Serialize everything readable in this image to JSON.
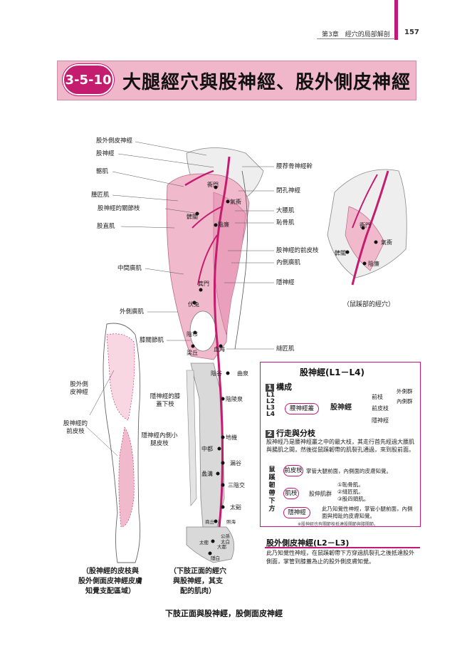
{
  "header": {
    "chapter": "第3章　經穴的局部解剖",
    "page": "157"
  },
  "title": {
    "number": "3-5-10",
    "text": "大腿經穴與股神經、股外側皮神經"
  },
  "labels_left": [
    "股外側皮神經",
    "股神經",
    "髂肌",
    "腫匠肌",
    "股神經的關節枝",
    "股直肌",
    "中間廣肌",
    "外側廣肌",
    "膝關節肌"
  ],
  "labels_right": [
    "腰荐骨神經幹",
    "閉孔神經",
    "大腰肌",
    "恥骨肌",
    "股神經的前皮枝",
    "內側廣肌",
    "隱神經",
    "縫匠肌"
  ],
  "leg_labels_left": [
    "股外側皮神經",
    "股神經的前皮枝"
  ],
  "leg_labels_mid": [
    "隱神經的膝蓋下枝",
    "隱神經內側小腿皮枝"
  ],
  "acupoints": {
    "chongmen": "衝門",
    "qichong": "氣衝",
    "biguan": "髀關",
    "yinlian": "陰廉",
    "jimen": "箕門",
    "futu": "伏兔",
    "yinshi": "陰市",
    "xuehai": "血海",
    "liangqiu": "梁丘",
    "yingu": "陰谷",
    "ququan": "曲泉",
    "yinlingquan": "陰陵泉",
    "diji": "地機",
    "zhongdu": "中都",
    "lougu": "漏谷",
    "ligou": "蠡溝",
    "sanyinjiao": "三陰交",
    "taixi": "太谿",
    "shangqiu": "商丘",
    "zhaohai": "照海",
    "taichong": "太衝",
    "gongsun": "公孫",
    "taibai": "太白",
    "dadu": "大都",
    "yinbai": "隱白"
  },
  "inset_caption": "（鼠蹊部的經穴）",
  "captions": {
    "left": [
      "（股神經的皮枝與",
      "股外側面皮神經皮膚",
      "知覺支配區域）"
    ],
    "mid": [
      "（下肢正面的經穴",
      "與股神經，其支",
      "配的肌肉）"
    ],
    "main": "下肢正面與股神經，股側面皮神經"
  },
  "info": {
    "title": "股神經(L1－L4)",
    "sec1": "構成",
    "sec1_num": "1",
    "roots": [
      "L1",
      "L2",
      "L3",
      "L4"
    ],
    "plexus": "腰神經叢",
    "nerve": "股神經",
    "branches": [
      "前枝",
      "外側群",
      "內側群",
      "前皮枝",
      "隱神經"
    ],
    "sec2": "行走與分枝",
    "sec2_num": "2",
    "sec2_text": "股神經乃是腰神經叢之中的最大枝，其走行首先經過大腰肌與腸肌之間，然後從鼠蹊韌帶的肌裂孔通過，來到股前面。",
    "vertical": "鼠蹊韌帶下方",
    "pills": [
      "前皮枝",
      "肌枝",
      "隱神經"
    ],
    "pill1_text": "掌管大腿前面，內側面的皮膚知覺。",
    "muscle_group": "股伸肌群",
    "muscles": [
      "①恥骨肌。",
      "②縫匠肌。",
      "③股四頭肌。"
    ],
    "pill3_text": "此乃知覺性神經，掌管小腿前面，內側面與拇趾的皮膚知覺。",
    "note": "※股神經也有關節枝抵達股關節與膝關節。"
  },
  "femoral_cutaneous": {
    "title": "股外側皮神經(L2－L3)",
    "text": "此乃知覺性神經，在鼠蹊韌帶下方穿過肌裂孔之後抵達股外側面，掌管到膝蓋為止的股外側皮膚知覺。"
  },
  "colors": {
    "accent": "#c5177a",
    "title_bg": "#f0b6c9",
    "muscle": "#f1b9cc",
    "nerve": "#c41d6f",
    "bone": "#d9d9d9"
  }
}
